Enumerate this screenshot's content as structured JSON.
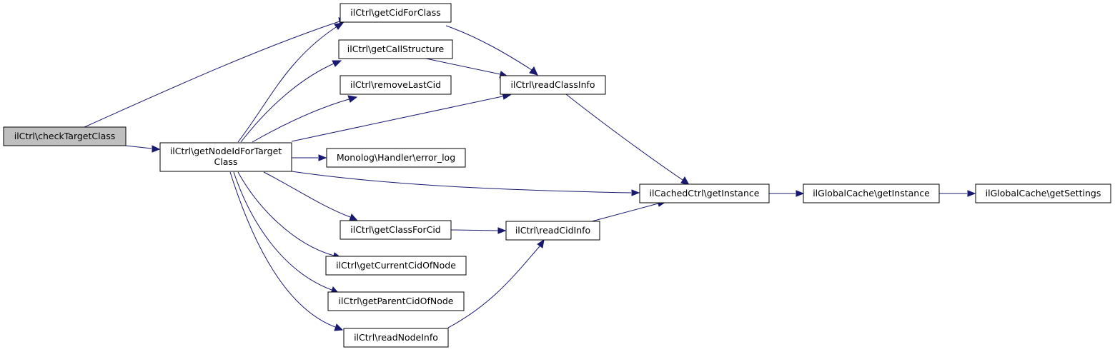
{
  "colors": {
    "edge": "#191970",
    "node_fill": "#ffffff",
    "node_border": "#000000",
    "highlight_fill": "#bfbfbf",
    "background": "#ffffff"
  },
  "nodes": {
    "checkTargetClass": {
      "label": "ilCtrl\\checkTargetClass",
      "highlighted": true
    },
    "getNodeIdForTargetClass": {
      "label_line1": "ilCtrl\\getNodeIdForTarget",
      "label_line2": "Class"
    },
    "getCidForClass": {
      "label": "ilCtrl\\getCidForClass"
    },
    "getCallStructure": {
      "label": "ilCtrl\\getCallStructure"
    },
    "removeLastCid": {
      "label": "ilCtrl\\removeLastCid"
    },
    "readClassInfo": {
      "label": "ilCtrl\\readClassInfo"
    },
    "error_log": {
      "label": "Monolog\\Handler\\error_log"
    },
    "cachedGetInstance": {
      "label": "ilCachedCtrl\\getInstance"
    },
    "globalGetInstance": {
      "label": "ilGlobalCache\\getInstance"
    },
    "getSettings": {
      "label": "ilGlobalCache\\getSettings"
    },
    "getClassForCid": {
      "label": "ilCtrl\\getClassForCid"
    },
    "readCidInfo": {
      "label": "ilCtrl\\readCidInfo"
    },
    "getCurrentCidOfNode": {
      "label": "ilCtrl\\getCurrentCidOfNode"
    },
    "getParentCidOfNode": {
      "label": "ilCtrl\\getParentCidOfNode"
    },
    "readNodeInfo": {
      "label": "ilCtrl\\readNodeInfo"
    }
  },
  "edges": [
    [
      "checkTargetClass",
      "getCidForClass"
    ],
    [
      "checkTargetClass",
      "getNodeIdForTargetClass"
    ],
    [
      "getCidForClass",
      "readClassInfo"
    ],
    [
      "getCallStructure",
      "readClassInfo"
    ],
    [
      "getNodeIdForTargetClass",
      "getCidForClass"
    ],
    [
      "getNodeIdForTargetClass",
      "getCallStructure"
    ],
    [
      "getNodeIdForTargetClass",
      "removeLastCid"
    ],
    [
      "getNodeIdForTargetClass",
      "readClassInfo"
    ],
    [
      "getNodeIdForTargetClass",
      "error_log"
    ],
    [
      "getNodeIdForTargetClass",
      "cachedGetInstance"
    ],
    [
      "getNodeIdForTargetClass",
      "getClassForCid"
    ],
    [
      "getNodeIdForTargetClass",
      "getCurrentCidOfNode"
    ],
    [
      "getNodeIdForTargetClass",
      "getParentCidOfNode"
    ],
    [
      "getNodeIdForTargetClass",
      "readNodeInfo"
    ],
    [
      "readClassInfo",
      "cachedGetInstance"
    ],
    [
      "cachedGetInstance",
      "globalGetInstance"
    ],
    [
      "globalGetInstance",
      "getSettings"
    ],
    [
      "getClassForCid",
      "readCidInfo"
    ],
    [
      "readCidInfo",
      "cachedGetInstance"
    ],
    [
      "readNodeInfo",
      "readCidInfo"
    ]
  ]
}
